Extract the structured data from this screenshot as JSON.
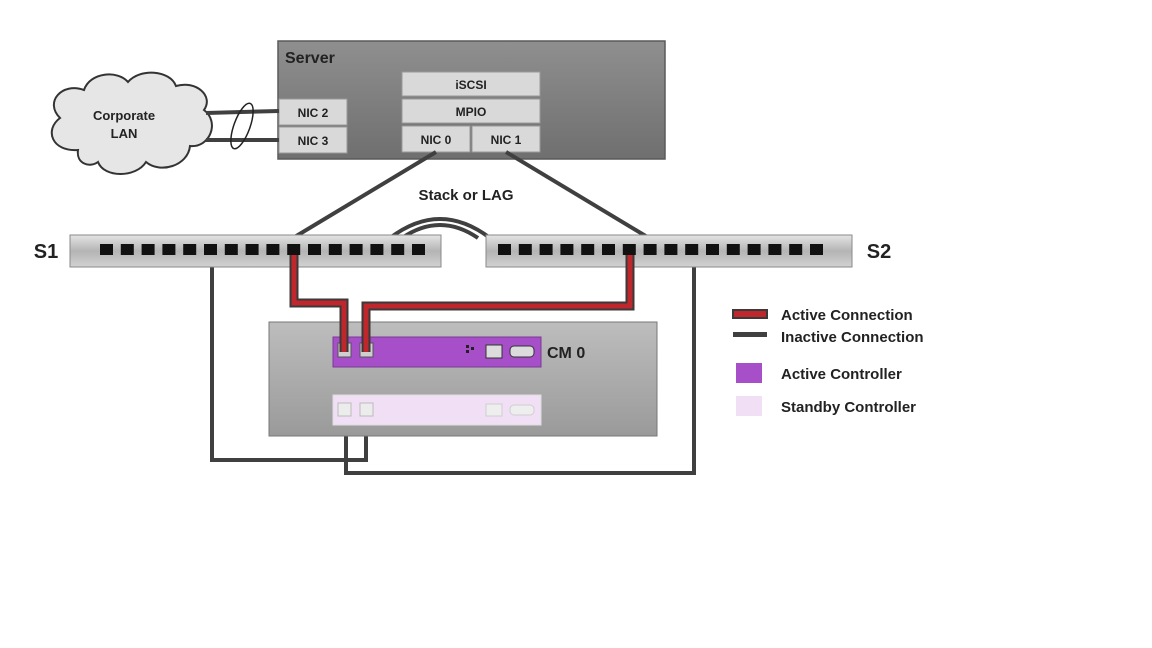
{
  "server": {
    "title": "Server",
    "nic2": "NIC 2",
    "nic3": "NIC 3",
    "iscsi": "iSCSI",
    "mpio": "MPIO",
    "nic0": "NIC 0",
    "nic1": "NIC 1"
  },
  "lan": {
    "line1": "Corporate",
    "line2": "LAN"
  },
  "stack_label": "Stack or LAG",
  "switches": {
    "s1": "S1",
    "s2": "S2"
  },
  "array": {
    "cm_label": "CM 0"
  },
  "legend": {
    "active_connection": "Active Connection",
    "inactive_connection": "Inactive Connection",
    "active_controller": "Active Controller",
    "standby_controller": "Standby Controller"
  },
  "colors": {
    "active_connection": "#c0272d",
    "inactive_connection": "#404040",
    "active_controller": "#a64fc9",
    "standby_controller": "#f0dff5",
    "chassis": "#8e8e8e",
    "box_light": "#d9d9d9"
  }
}
